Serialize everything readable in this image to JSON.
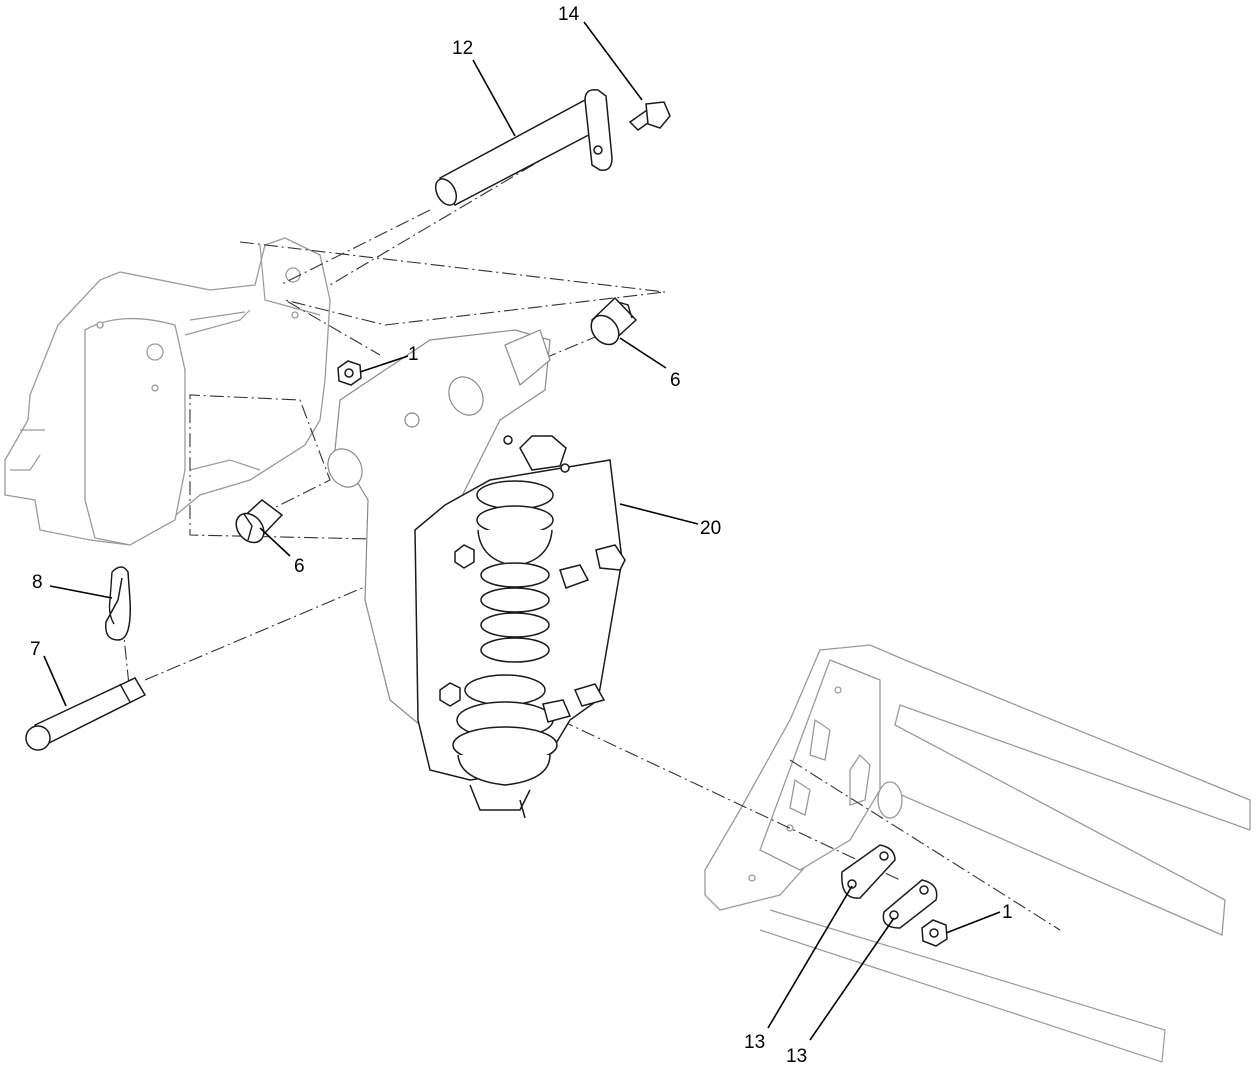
{
  "callouts": [
    {
      "key": "callout-14",
      "text": "14"
    },
    {
      "key": "callout-12",
      "text": "12"
    },
    {
      "key": "callout-1-upper",
      "text": "1"
    },
    {
      "key": "callout-6-upper",
      "text": "6"
    },
    {
      "key": "callout-20",
      "text": "20"
    },
    {
      "key": "callout-6-lower",
      "text": "6"
    },
    {
      "key": "callout-8",
      "text": "8"
    },
    {
      "key": "callout-7",
      "text": "7"
    },
    {
      "key": "callout-1-lower",
      "text": "1"
    },
    {
      "key": "callout-13-left",
      "text": "13"
    },
    {
      "key": "callout-13-right",
      "text": "13"
    }
  ]
}
